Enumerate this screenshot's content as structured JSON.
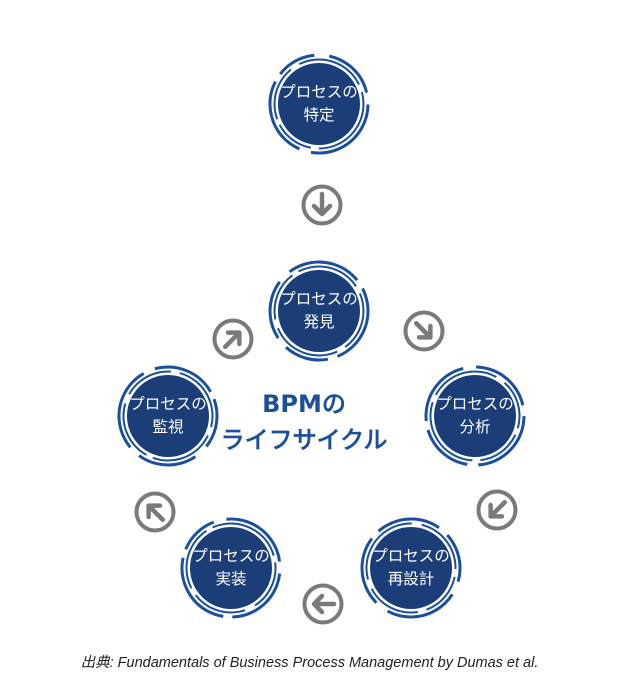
{
  "nodes": [
    {
      "id": "identify",
      "line1": "プロセスの",
      "line2": "特定"
    },
    {
      "id": "discover",
      "line1": "プロセスの",
      "line2": "発見"
    },
    {
      "id": "analyze",
      "line1": "プロセスの",
      "line2": "分析"
    },
    {
      "id": "redesign",
      "line1": "プロセスの",
      "line2": "再設計"
    },
    {
      "id": "implement",
      "line1": "プロセスの",
      "line2": "実装"
    },
    {
      "id": "monitor",
      "line1": "プロセスの",
      "line2": "監視"
    }
  ],
  "center": {
    "line1": "BPMの",
    "line2": "ライフサイクル"
  },
  "caption": "出典: Fundamentals of Business Process Management by Dumas et al.",
  "colors": {
    "node_fill": "#1b3d78",
    "ring": "#1b4f9c",
    "arrow": "#7a7a7a",
    "title": "#1b4f9c"
  }
}
